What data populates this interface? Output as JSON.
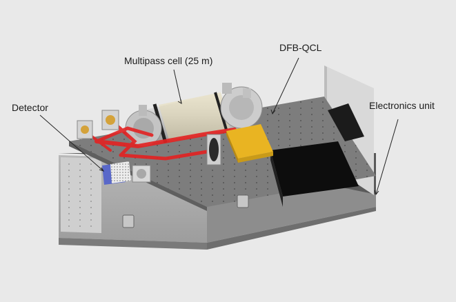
{
  "figure": {
    "labels": {
      "multipass_cell": "Multipass cell (25 m)",
      "dfb_qcl": "DFB-QCL",
      "detector": "Detector",
      "electronics_unit": "Electronics unit"
    },
    "colors": {
      "background": "#e9e9e9",
      "case": "#a9a9a9",
      "plate": "#7d7d7d",
      "laser_beam": "#e32222",
      "laser_housing": "#e9b422",
      "detector": "#5968c9",
      "electronics": "#111111",
      "cover_panel": "#d7d7d7"
    }
  }
}
